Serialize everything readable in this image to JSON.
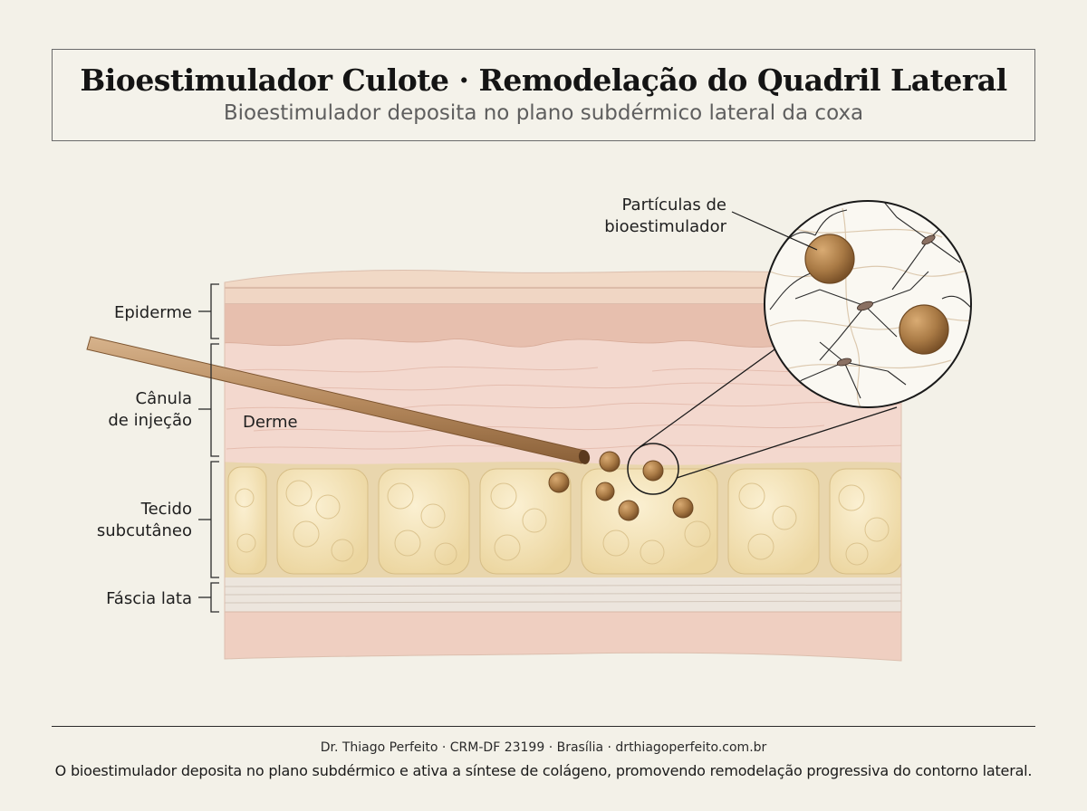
{
  "header": {
    "title": "Bioestimulador Culote · Remodelação do Quadril Lateral",
    "subtitle": "Bioestimulador deposita no plano subdérmico lateral da coxa"
  },
  "labels": {
    "epiderme": "Epiderme",
    "canula_line1": "Cânula",
    "canula_line2": "de injeção",
    "tecido_line1": "Tecido",
    "tecido_line2": "subcutâneo",
    "fascia": "Fáscia lata",
    "derme": "Derme",
    "particulas_line1": "Partículas de",
    "particulas_line2": "bioestimulador"
  },
  "footer": {
    "credit": "Dr. Thiago Perfeito · CRM-DF 23199 · Brasília · drthiagoperfeito.com.br",
    "caption": "O bioestimulador deposita no plano subdérmico e ativa a síntese de colágeno, promovendo remodelação progressiva do contorno lateral."
  },
  "colors": {
    "background": "#f3f1e8",
    "epidermis": "#efd3c2",
    "dermis": "#f2d6cc",
    "fat": "#f3e2b8",
    "fascia": "#ede4da",
    "particle": "#a97a45",
    "cannula": "#b68a5e"
  }
}
